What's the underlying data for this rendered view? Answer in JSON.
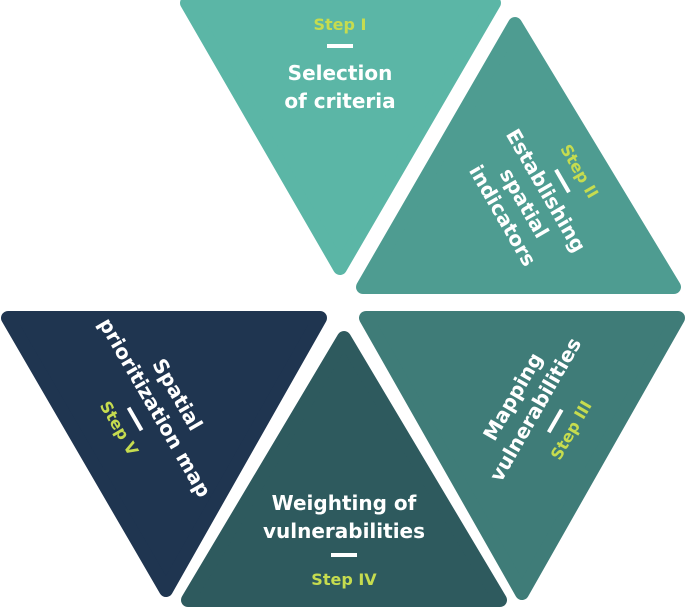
{
  "colors": {
    "step1": "#5bb6a6",
    "step2": "#4e9c91",
    "step3": "#3f7c78",
    "step4": "#2e5a5e",
    "step5": "#1f3550",
    "step_label": "#c6dc4f",
    "title_text": "#ffffff"
  },
  "steps": [
    {
      "label": "Step I",
      "title_lines": [
        "Selection",
        "of criteria"
      ]
    },
    {
      "label": "Step II",
      "title_lines": [
        "Establishing",
        "spatial",
        "indicators"
      ]
    },
    {
      "label": "Step III",
      "title_lines": [
        "Mapping",
        "vulnerabilities"
      ]
    },
    {
      "label": "Step IV",
      "title_lines": [
        "Weighting of",
        "vulnerabilities"
      ]
    },
    {
      "label": "Step V",
      "title_lines": [
        "Spatial",
        "prioritization map"
      ]
    }
  ]
}
